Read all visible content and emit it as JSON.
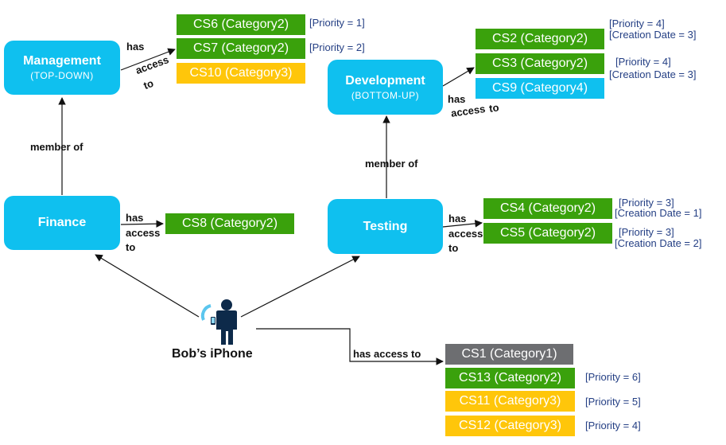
{
  "groups": {
    "management": {
      "title": "Management",
      "subtitle": "(TOP-DOWN)"
    },
    "development": {
      "title": "Development",
      "subtitle": "(BOTTOM-UP)"
    },
    "finance": {
      "title": "Finance"
    },
    "testing": {
      "title": "Testing"
    }
  },
  "device": {
    "label": "Bob’s iPhone"
  },
  "edges": {
    "has": "has",
    "access": "access",
    "to": "to",
    "has_access_to": "has access to",
    "member_of": "member of"
  },
  "cs": {
    "cs6": "CS6 (Category2)",
    "cs7": "CS7 (Category2)",
    "cs10": "CS10 (Category3)",
    "cs2": "CS2 (Category2)",
    "cs3": "CS3 (Category2)",
    "cs9": "CS9 (Category4)",
    "cs8": "CS8 (Category2)",
    "cs4": "CS4 (Category2)",
    "cs5": "CS5 (Category2)",
    "cs1": "CS1 (Category1)",
    "cs13": "CS13 (Category2)",
    "cs11": "CS11 (Category3)",
    "cs12": "CS12 (Category3)"
  },
  "attributes": {
    "cs6": "[Priority = 1]",
    "cs7": "[Priority = 2]",
    "cs2_priority": "[Priority = 4]",
    "cs2_date": "[Creation Date = 3]",
    "cs3_priority": "[Priority = 4]",
    "cs3_date": "[Creation Date = 3]",
    "cs4_priority": "[Priority = 3]",
    "cs4_date": "[Creation Date = 1]",
    "cs5_priority": "[Priority = 3]",
    "cs5_date": "[Creation Date = 2]",
    "cs13": "[Priority = 6]",
    "cs11": "[Priority = 5]",
    "cs12": "[Priority = 4]"
  },
  "colors": {
    "group": "#0fc0ef",
    "category1": "#6d6e71",
    "category2": "#3aa10c",
    "category3": "#ffc60a",
    "category4": "#0fc0ef",
    "attribute_text": "#243f84",
    "person": "#0d2a4a"
  }
}
